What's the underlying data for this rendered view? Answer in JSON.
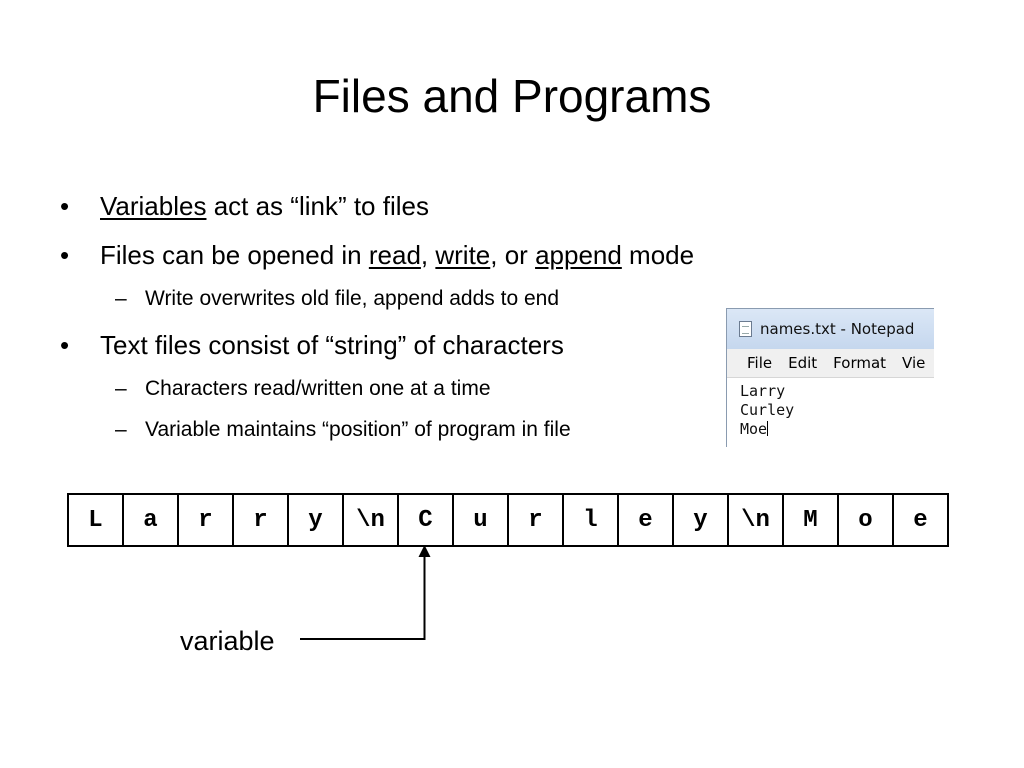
{
  "slide": {
    "title": "Files and Programs"
  },
  "bullets": {
    "b1_link": "Variables",
    "b1_rest": " act as “link” to files",
    "b2_pre": "Files can be opened in ",
    "b2_read": "read",
    "b2_sep1": ", ",
    "b2_write": "write",
    "b2_sep2": ", or ",
    "b2_append": "append",
    "b2_post": " mode",
    "b2_sub1": "Write overwrites old file, append adds to end",
    "b3": "Text files consist of “string” of characters",
    "b3_sub1": "Characters read/written one at a time",
    "b3_sub2": "Variable maintains “position” of program in file",
    "bullet_glyph": "•",
    "dash_glyph": "–"
  },
  "notepad": {
    "title": "names.txt - Notepad",
    "menu": [
      "File",
      "Edit",
      "Format",
      "Vie"
    ],
    "lines": [
      "Larry",
      "Curley",
      "Moe"
    ]
  },
  "strip": {
    "cells": [
      "L",
      "a",
      "r",
      "r",
      "y",
      "\\n",
      "C",
      "u",
      "r",
      "l",
      "e",
      "y",
      "\\n",
      "M",
      "o",
      "e"
    ],
    "pointer_index": 6
  },
  "pointer_label": "variable"
}
